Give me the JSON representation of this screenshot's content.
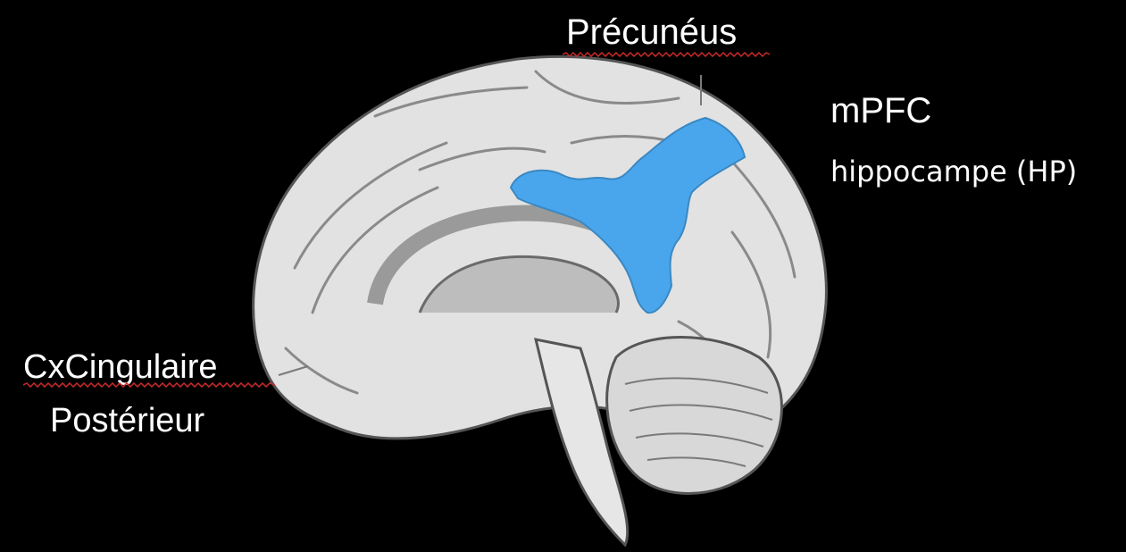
{
  "labels": {
    "precuneus": "Précunéus",
    "mpfc": "mPFC",
    "hippocampe": "hippocampe (HP)",
    "cingulate_line1": "CxCingulaire",
    "cingulate_line2": "Postérieur"
  },
  "colors": {
    "background": "#000000",
    "brain_fill": "#e2e2e2",
    "highlight": "#4aa6ec",
    "text": "#ffffff",
    "spellcheck_underline": "#cc2a2a"
  }
}
